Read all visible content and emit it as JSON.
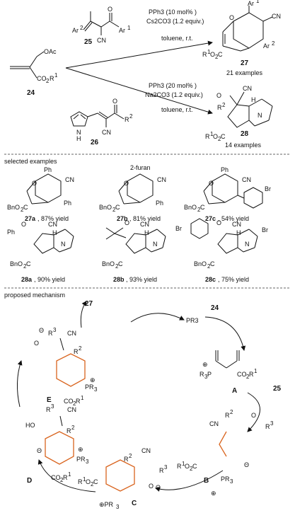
{
  "scheme": {
    "reagent_25": "25",
    "reagent_24": "24",
    "reagent_26": "26",
    "product_27": "27",
    "product_28": "28",
    "top_conditions_line1": "PPh3 (10 mol% )",
    "top_conditions_line2": "Cs2CO3 (1.2 equiv.)",
    "top_solvent": "toluene, r.t.",
    "bottom_conditions_line1": "PPh3 (20 mol% )",
    "bottom_conditions_line2": "Na2CO3 (1.2 equiv.)",
    "bottom_solvent": "toluene, r.t.",
    "top_examples": "21 examples",
    "bottom_examples": "14 examples"
  },
  "examples": {
    "section_label": "selected examples",
    "items": [
      {
        "id": "27a",
        "yield": ", 87% yield",
        "sub": "Ph"
      },
      {
        "id": "27b",
        "yield": ", 81% yield",
        "sub": "2-furan"
      },
      {
        "id": "27c",
        "yield": ", 54% yield",
        "sub": "Ph"
      },
      {
        "id": "28a",
        "yield": ", 90% yield",
        "sub": "Ph"
      },
      {
        "id": "28b",
        "yield": ", 93% yield",
        "sub": ""
      },
      {
        "id": "28c",
        "yield": ", 75% yield",
        "sub": "Br"
      }
    ]
  },
  "mechanism": {
    "section_label": "proposed mechanism",
    "intermediates": [
      "A",
      "B",
      "C",
      "D",
      "E"
    ],
    "product_27": "27",
    "reagent_24": "24",
    "reagent_25": "25",
    "catalyst": "PR3"
  }
}
